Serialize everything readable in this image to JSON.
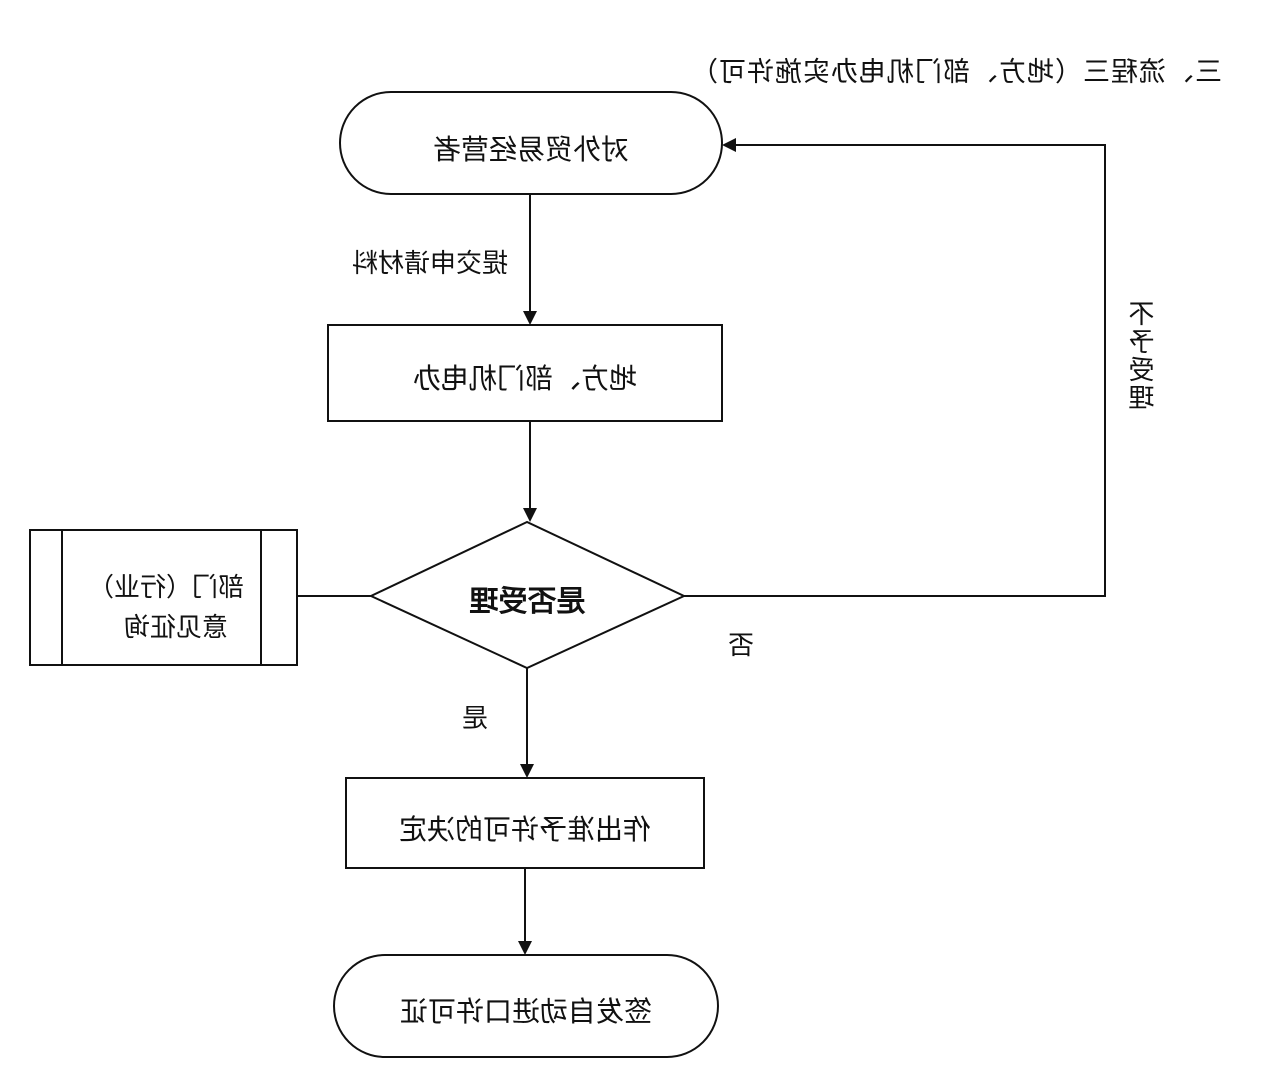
{
  "title": "三、流程三（地方、部门机电办实施许可）",
  "nodes": {
    "start": "对外贸易经营者",
    "office": "地方、部门机电办",
    "decision": "是否受理",
    "consult_line1": "部门（行业）",
    "consult_line2": "意见征询",
    "approve": "作出准予许可的决定",
    "end": "签发自动进口许可证"
  },
  "edges": {
    "submit": "提交申请材料",
    "yes": "是",
    "no": "否",
    "not_accepted": "不予受理"
  },
  "colors": {
    "line": "#111111",
    "background": "#ffffff"
  }
}
